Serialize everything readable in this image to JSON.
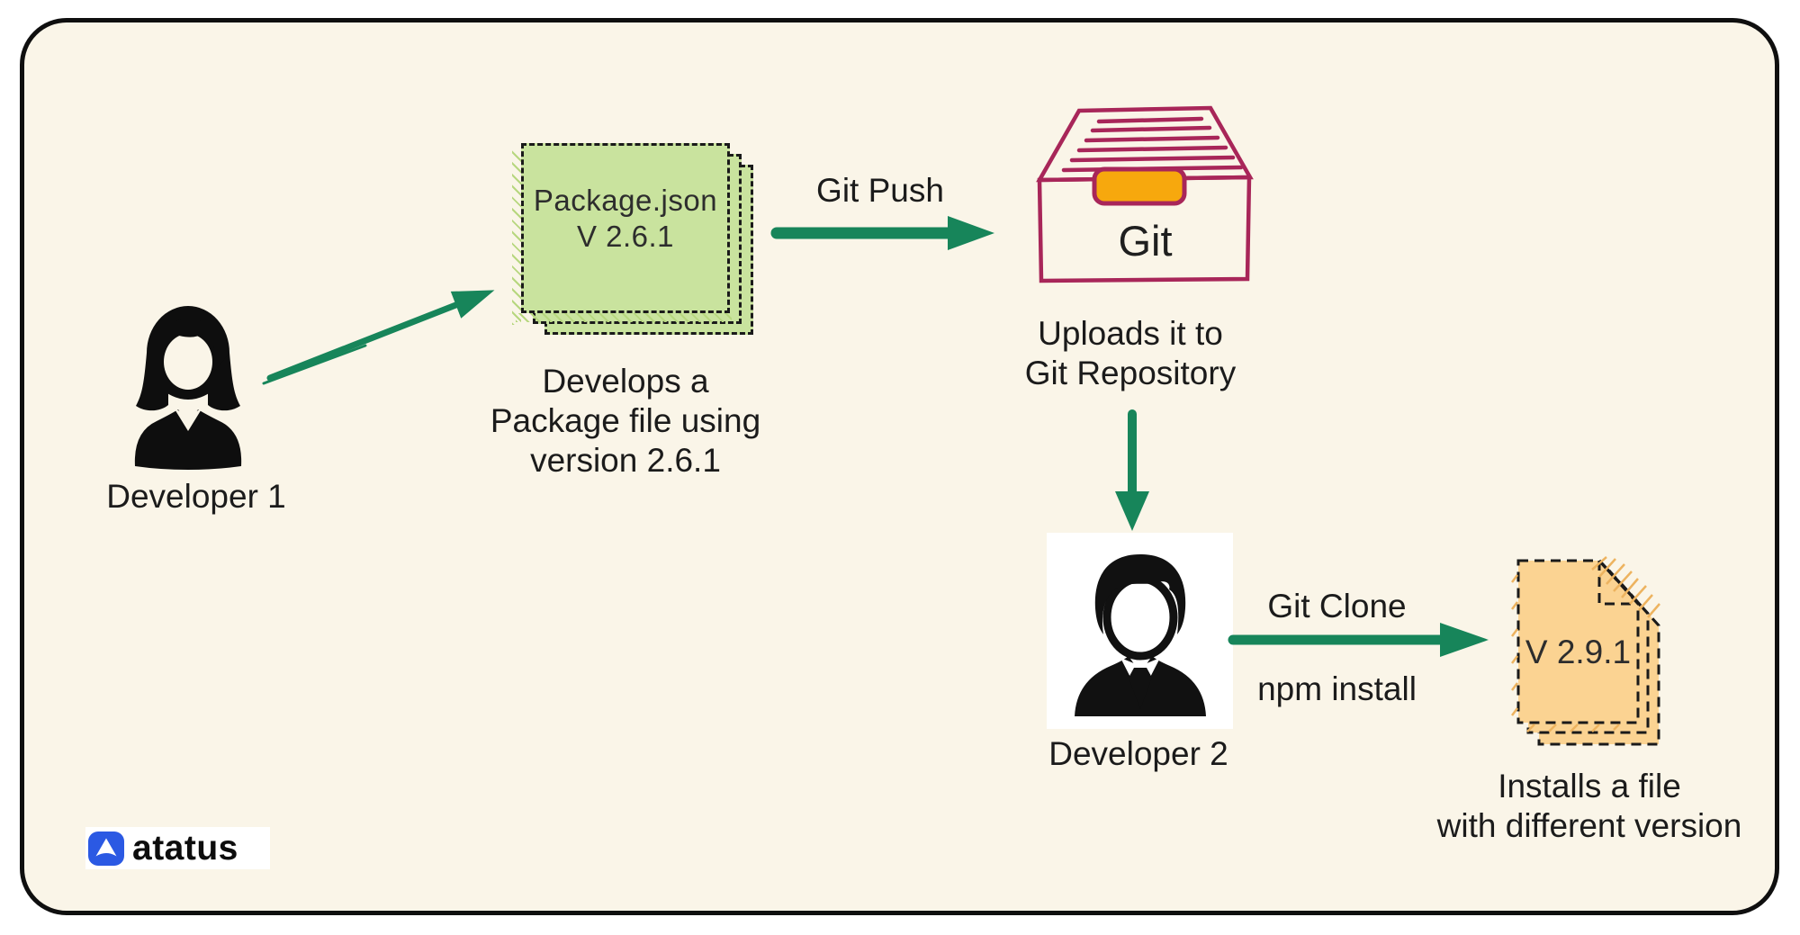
{
  "diagram": {
    "developer1": {
      "label": "Developer 1"
    },
    "package_card": {
      "title": "Package.json",
      "version": "V 2.6.1",
      "caption_line1": "Develops a",
      "caption_line2": "Package file using",
      "caption_line3": "version 2.6.1"
    },
    "git_push": {
      "label": "Git Push"
    },
    "git_box": {
      "label": "Git",
      "caption_line1": "Uploads it to",
      "caption_line2": "Git Repository"
    },
    "developer2": {
      "label": "Developer 2"
    },
    "git_clone": {
      "label_top": "Git Clone",
      "label_bottom": "npm install"
    },
    "installed_file": {
      "version": "V 2.9.1",
      "caption_line1": "Installs a file",
      "caption_line2": "with different version"
    },
    "brand": {
      "name": "atatus"
    }
  },
  "colors": {
    "panel_background": "#FAF5E8",
    "frame_border": "#0F0F0F",
    "arrow_green": "#17855A",
    "card_green": "#C9E39E",
    "drawer_crimson": "#A82659",
    "handle_orange": "#F7A80D",
    "file_orange": "#FBD392",
    "brand_blue": "#2B59E3",
    "text": "#1B1B1B"
  }
}
